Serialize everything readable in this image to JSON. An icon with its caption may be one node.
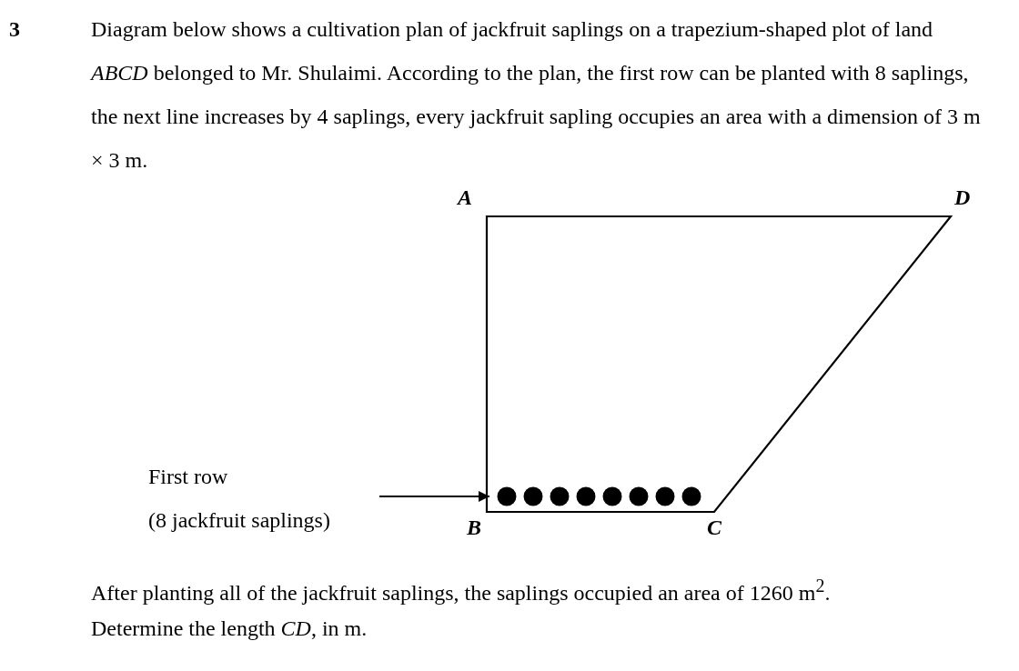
{
  "diagram": {
    "nodes": [
      {
        "text": [
          "First row",
          "(8 jackfruit saplings)"
        ]
      },
      {
        "text": [],
        "shape": "circle"
      }
    ],
    "edges": [
      {
        "from": 0,
        "to": 1,
        "arrow": "to"
      }
    ],
    "labels": [
      "3",
      "Diagram below shows a cultivation plan of jackfruit saplings on a trapezium-shaped plot of land *ABCD* belonged to Mr. Shulaimi. According to the plan, the first row can be planted with 8 saplings, the next line increases by 4 saplings, every jackfruit sapling occupies an area with a dimension of 3 m × 3 m.",
      "A",
      "D",
      "B",
      "C",
      "After planting all of the jackfruit saplings, the saplings occupied an area of 1260 m$^{2}$.",
      "Determine the length *CD*, in m."
    ]
  }
}
